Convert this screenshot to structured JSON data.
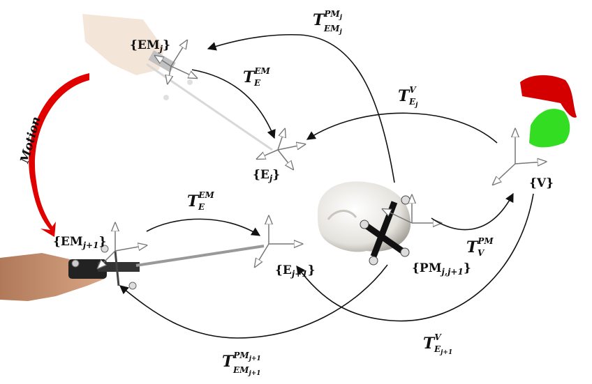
{
  "frames": {
    "em_j": {
      "base": "{EM",
      "sub": "j",
      "close": "}"
    },
    "e_j": {
      "base": "{E",
      "sub": "j",
      "close": "}"
    },
    "v": {
      "text": "{V}"
    },
    "em_j1": {
      "base": "{EM",
      "sub": "j+1",
      "close": "}"
    },
    "e_j1": {
      "base": "{E",
      "sub": "j+1",
      "close": "}"
    },
    "pm": {
      "base": "{PM",
      "sub": "j,j+1",
      "close": "}"
    }
  },
  "transforms": {
    "t_pm_em_j": {
      "T": "T",
      "sup": "PM",
      "supsub": "j",
      "sub": "EM",
      "subsub": "j"
    },
    "t_e_em_top": {
      "T": "T",
      "sup": "EM",
      "sub": "E"
    },
    "t_v_e_j": {
      "T": "T",
      "sup": "V",
      "sub": "E",
      "subsub": "j"
    },
    "t_e_em_bottom": {
      "T": "T",
      "sup": "EM",
      "sub": "E"
    },
    "t_v_pm": {
      "T": "T",
      "sup": "PM",
      "sub": "V"
    },
    "t_v_e_j1": {
      "T": "T",
      "sup": "V",
      "sub": "E",
      "subsub": "j+1"
    },
    "t_pm_em_j1": {
      "T": "T",
      "sup": "PM",
      "supsub": "j+1",
      "sub": "EM",
      "subsub": "j+1"
    }
  },
  "motion": {
    "label": "Motion"
  },
  "colors": {
    "motion_arrow": "#e00000",
    "red_model": "#d40000",
    "green_model": "#33dd22",
    "arrow": "#111111",
    "axis": "#777777"
  }
}
